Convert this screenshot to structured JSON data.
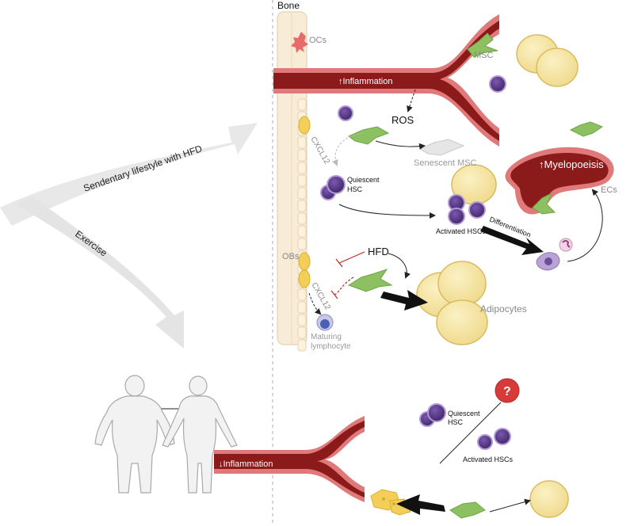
{
  "labels": {
    "bone": "Bone",
    "ocs": "OCs",
    "msc": "MSC",
    "inflammation_up": "Inflammation",
    "ros": "ROS",
    "cxcl12_top": "CXCL12",
    "quiescent_hsc_1": "Quiescent",
    "quiescent_hsc_2": "HSC",
    "senescent_msc": "Senescent MSC",
    "myelopoiesis": "Myelopoeisis",
    "ecs": "ECs",
    "activated_hscs": "Activated HSCs",
    "differentiation": "Differentiation",
    "obs": "OBs",
    "hfd": "HFD",
    "cxcl12_bottom": "CXCL12",
    "adipocytes": "Adipocytes",
    "maturing_1": "Maturing",
    "maturing_2": "lymphocyte",
    "sedentary": "Sendentary lifestyle with HFD",
    "exercise": "Exercise",
    "inflammation_down": "Inflammation",
    "question": "?",
    "quiescent_hsc_b1": "Quiescent",
    "quiescent_hsc_b2": "HSC",
    "activated_hscs_b": "Activated HSCs"
  },
  "colors": {
    "vessel_outer": "#e07a7a",
    "vessel_inner": "#8b1a1a",
    "bone": "#f8ecd6",
    "fat": "#f7e7a6",
    "hsc": "#5b3c8c",
    "msc": "#8cc060",
    "arrow_gray": "#e2e2e2",
    "question_red": "#d83a3a"
  }
}
